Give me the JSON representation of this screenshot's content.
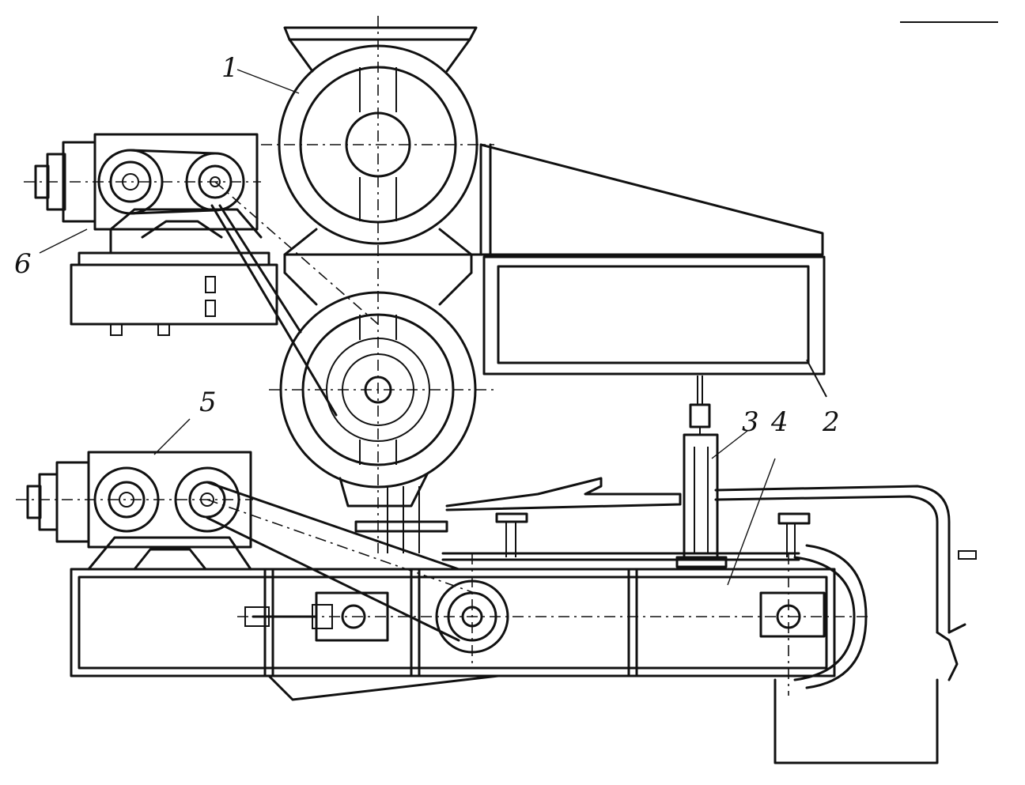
{
  "labels": {
    "feeder_rolls": "1",
    "hopper_box": "2",
    "column": "3",
    "frame": "4",
    "drive_lower": "5",
    "drive_upper": "6"
  }
}
